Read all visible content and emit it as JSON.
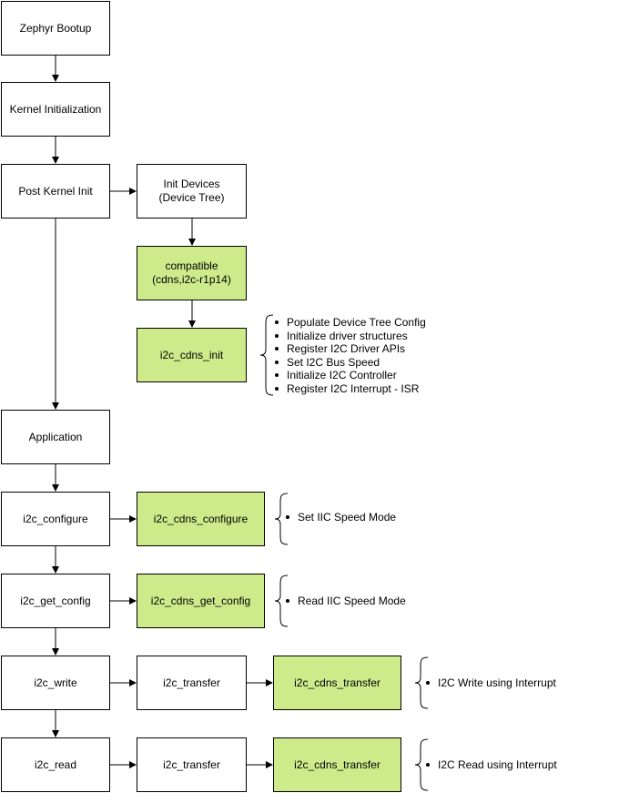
{
  "diagram": {
    "nodes": {
      "zephyr_bootup": "Zephyr Bootup",
      "kernel_init": "Kernel Initialization",
      "post_kernel_init": "Post Kernel Init",
      "init_devices": "Init Devices\n(Device Tree)",
      "compatible": "compatible\n(cdns,i2c-r1p14)",
      "i2c_cdns_init": "i2c_cdns_init",
      "application": "Application",
      "i2c_configure": "i2c_configure",
      "i2c_cdns_configure": "i2c_cdns_configure",
      "i2c_get_config": "i2c_get_config",
      "i2c_cdns_get_config": "i2c_cdns_get_config",
      "i2c_write": "i2c_write",
      "i2c_transfer_write": "i2c_transfer",
      "i2c_cdns_transfer_write": "i2c_cdns_transfer",
      "i2c_read": "i2c_read",
      "i2c_transfer_read": "i2c_transfer",
      "i2c_cdns_transfer_read": "i2c_cdns_transfer"
    },
    "notes": {
      "init": [
        "Populate Device Tree Config",
        "Initialize driver structures",
        "Register I2C Driver APIs",
        "Set I2C Bus Speed",
        "Initialize I2C Controller",
        "Register I2C Interrupt - ISR"
      ],
      "configure": [
        "Set IIC Speed Mode"
      ],
      "get_config": [
        "Read IIC Speed Mode"
      ],
      "write": [
        "I2C Write using Interrupt"
      ],
      "read": [
        "I2C Read using Interrupt"
      ]
    },
    "colors": {
      "driver_fill": "#cdeb8b",
      "default_fill": "#ffffff",
      "stroke": "#000000"
    }
  }
}
